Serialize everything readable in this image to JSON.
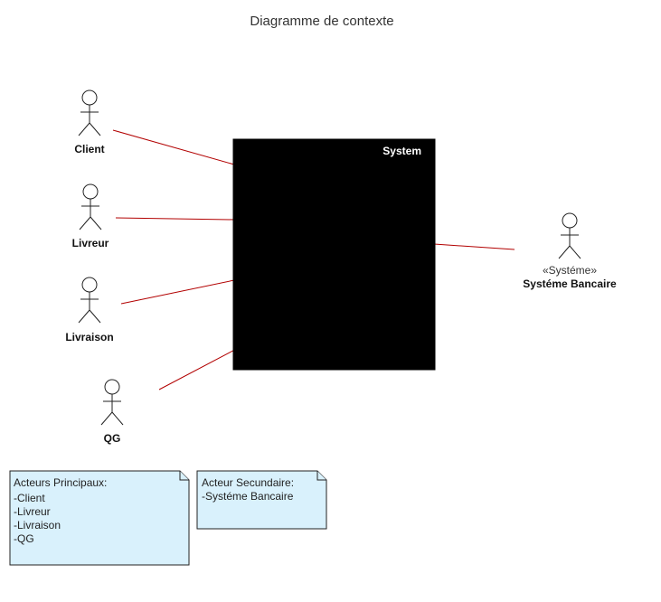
{
  "diagram": {
    "title": "Diagramme de contexte",
    "system": {
      "label": "System"
    },
    "actors": [
      {
        "id": "client",
        "label": "Client"
      },
      {
        "id": "livreur",
        "label": "Livreur"
      },
      {
        "id": "livraison",
        "label": "Livraison"
      },
      {
        "id": "qg",
        "label": "QG"
      },
      {
        "id": "systeme-bancaire",
        "stereotype": "«Systéme»",
        "label": "Systéme Bancaire"
      }
    ],
    "notes": [
      {
        "id": "primary",
        "lines": [
          "Acteurs Principaux:",
          "-Client",
          "-Livreur",
          "-Livraison",
          "-QG"
        ]
      },
      {
        "id": "secondary",
        "lines": [
          "Acteur Secundaire:",
          "-Systéme Bancaire"
        ]
      }
    ],
    "colors": {
      "association": "#b20000",
      "system_fill": "#000000",
      "note_fill": "#d9f1fc"
    }
  }
}
